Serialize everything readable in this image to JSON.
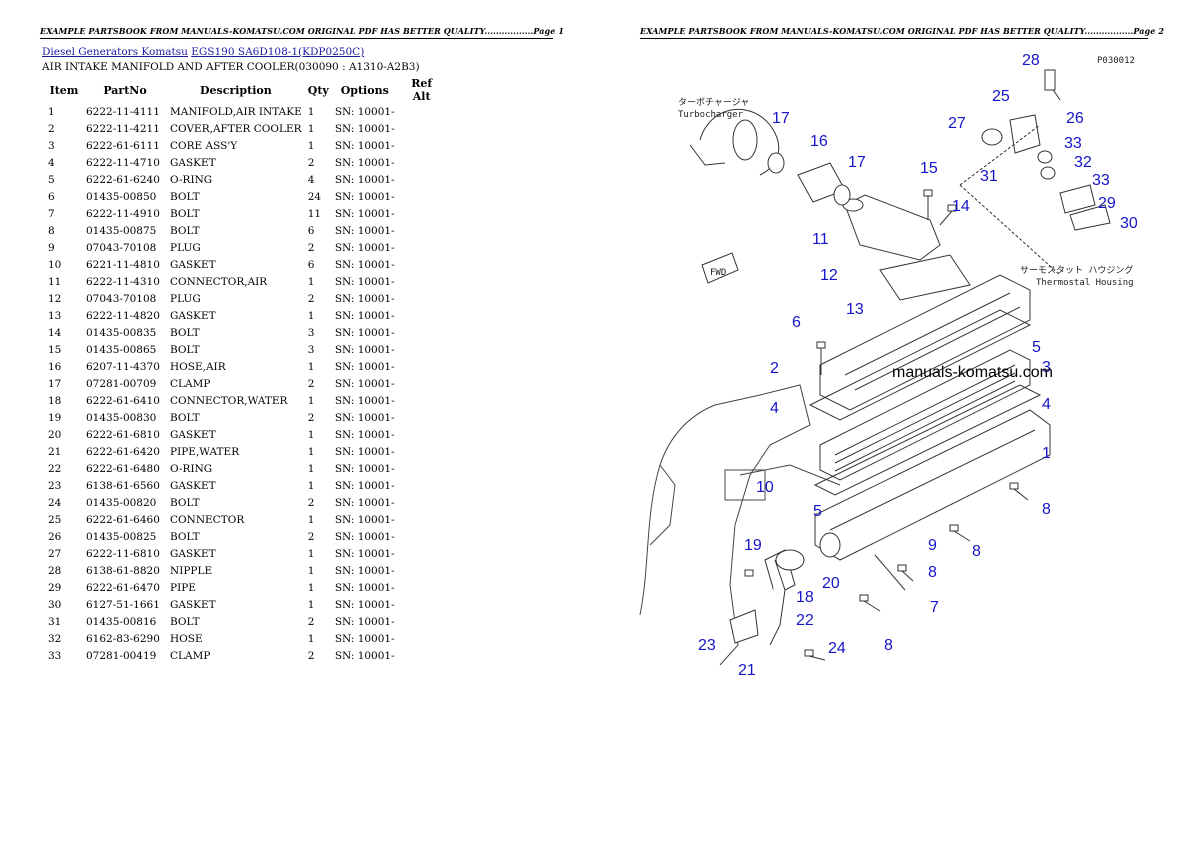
{
  "header": {
    "left": "EXAMPLE PARTSBOOK FROM MANUALS-KOMATSU.COM ORIGINAL PDF HAS BETTER QUALITY.................Page 1",
    "right": "EXAMPLE PARTSBOOK FROM MANUALS-KOMATSU.COM ORIGINAL PDF HAS BETTER QUALITY.................Page 2"
  },
  "breadcrumb": {
    "link1": "Diesel Generators Komatsu",
    "link2": "EGS190 SA6D108-1(KDP0250C)"
  },
  "subtitle": "AIR INTAKE MANIFOLD AND AFTER COOLER(030090 : A1310-A2B3)",
  "table": {
    "columns": [
      "Item",
      "PartNo",
      "Description",
      "Qty",
      "Options",
      "Ref Alt"
    ],
    "rows": [
      [
        "1",
        "6222-11-4111",
        "MANIFOLD,AIR INTAKE",
        "1",
        "SN: 10001-",
        ""
      ],
      [
        "2",
        "6222-11-4211",
        "COVER,AFTER COOLER",
        "1",
        "SN: 10001-",
        ""
      ],
      [
        "3",
        "6222-61-6111",
        "CORE ASS'Y",
        "1",
        "SN: 10001-",
        ""
      ],
      [
        "4",
        "6222-11-4710",
        "GASKET",
        "2",
        "SN: 10001-",
        ""
      ],
      [
        "5",
        "6222-61-6240",
        "O-RING",
        "4",
        "SN: 10001-",
        ""
      ],
      [
        "6",
        "01435-00850",
        "BOLT",
        "24",
        "SN: 10001-",
        ""
      ],
      [
        "7",
        "6222-11-4910",
        "BOLT",
        "11",
        "SN: 10001-",
        ""
      ],
      [
        "8",
        "01435-00875",
        "BOLT",
        "6",
        "SN: 10001-",
        ""
      ],
      [
        "9",
        "07043-70108",
        "PLUG",
        "2",
        "SN: 10001-",
        ""
      ],
      [
        "10",
        "6221-11-4810",
        "GASKET",
        "6",
        "SN: 10001-",
        ""
      ],
      [
        "11",
        "6222-11-4310",
        "CONNECTOR,AIR",
        "1",
        "SN: 10001-",
        ""
      ],
      [
        "12",
        "07043-70108",
        "PLUG",
        "2",
        "SN: 10001-",
        ""
      ],
      [
        "13",
        "6222-11-4820",
        "GASKET",
        "1",
        "SN: 10001-",
        ""
      ],
      [
        "14",
        "01435-00835",
        "BOLT",
        "3",
        "SN: 10001-",
        ""
      ],
      [
        "15",
        "01435-00865",
        "BOLT",
        "3",
        "SN: 10001-",
        ""
      ],
      [
        "16",
        "6207-11-4370",
        "HOSE,AIR",
        "1",
        "SN: 10001-",
        ""
      ],
      [
        "17",
        "07281-00709",
        "CLAMP",
        "2",
        "SN: 10001-",
        ""
      ],
      [
        "18",
        "6222-61-6410",
        "CONNECTOR,WATER",
        "1",
        "SN: 10001-",
        ""
      ],
      [
        "19",
        "01435-00830",
        "BOLT",
        "2",
        "SN: 10001-",
        ""
      ],
      [
        "20",
        "6222-61-6810",
        "GASKET",
        "1",
        "SN: 10001-",
        ""
      ],
      [
        "21",
        "6222-61-6420",
        "PIPE,WATER",
        "1",
        "SN: 10001-",
        ""
      ],
      [
        "22",
        "6222-61-6480",
        "O-RING",
        "1",
        "SN: 10001-",
        ""
      ],
      [
        "23",
        "6138-61-6560",
        "GASKET",
        "1",
        "SN: 10001-",
        ""
      ],
      [
        "24",
        "01435-00820",
        "BOLT",
        "2",
        "SN: 10001-",
        ""
      ],
      [
        "25",
        "6222-61-6460",
        "CONNECTOR",
        "1",
        "SN: 10001-",
        ""
      ],
      [
        "26",
        "01435-00825",
        "BOLT",
        "2",
        "SN: 10001-",
        ""
      ],
      [
        "27",
        "6222-11-6810",
        "GASKET",
        "1",
        "SN: 10001-",
        ""
      ],
      [
        "28",
        "6138-61-8820",
        "NIPPLE",
        "1",
        "SN: 10001-",
        ""
      ],
      [
        "29",
        "6222-61-6470",
        "PIPE",
        "1",
        "SN: 10001-",
        ""
      ],
      [
        "30",
        "6127-51-1661",
        "GASKET",
        "1",
        "SN: 10001-",
        ""
      ],
      [
        "31",
        "01435-00816",
        "BOLT",
        "2",
        "SN: 10001-",
        ""
      ],
      [
        "32",
        "6162-83-6290",
        "HOSE",
        "1",
        "SN: 10001-",
        ""
      ],
      [
        "33",
        "07281-00419",
        "CLAMP",
        "2",
        "SN: 10001-",
        ""
      ]
    ]
  },
  "diagram": {
    "code": "P030012",
    "turbo_jp": "ターボチャージャ",
    "turbo_en": "Turbocharger",
    "thermo_jp": "サーモスタット ハウジング",
    "thermo_en": "Thermostal Housing",
    "fwd": "FWD",
    "watermark": "manuals-komatsu.com",
    "callouts": [
      "28",
      "25",
      "26",
      "27",
      "33",
      "32",
      "33",
      "29",
      "30",
      "31",
      "17",
      "16",
      "17",
      "15",
      "14",
      "11",
      "12",
      "13",
      "6",
      "5",
      "3",
      "2",
      "4",
      "4",
      "1",
      "8",
      "10",
      "5",
      "9",
      "8",
      "8",
      "19",
      "20",
      "18",
      "7",
      "22",
      "8",
      "23",
      "24",
      "21"
    ]
  }
}
